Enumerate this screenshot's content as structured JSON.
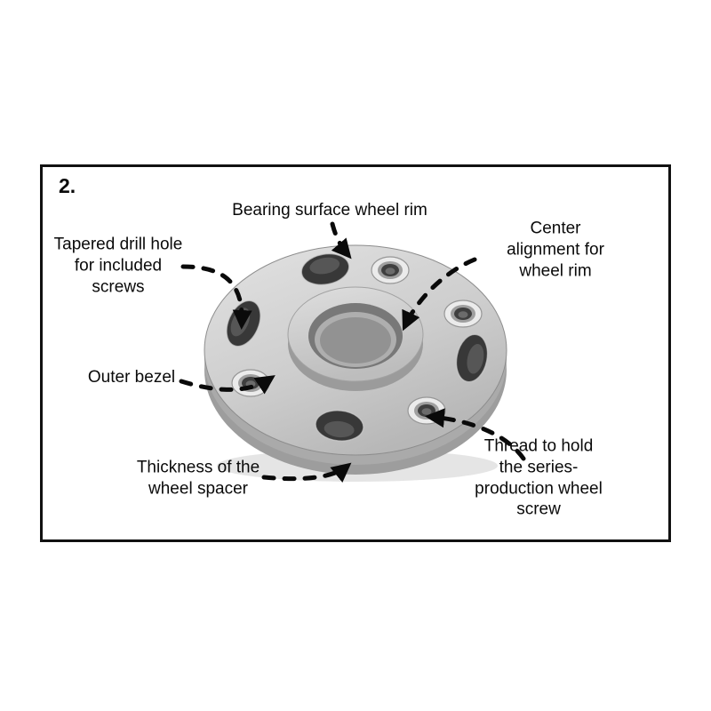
{
  "figure": {
    "step_number": "2.",
    "labels": {
      "bearing": "Bearing surface wheel rim",
      "tapered": "Tapered drill hole\nfor included\nscrews",
      "center_alignment": "Center alignment for\nwheel rim",
      "outer_bezel": "Outer bezel",
      "thickness": "Thickness of the\nwheel spacer",
      "thread": "Thread to hold the series-\nproduction wheel screw"
    },
    "icons": {
      "arrows": "dashed-arrow"
    },
    "colors": {
      "frame_border": "#111111",
      "text": "#0a0a0a",
      "arrow": "#0a0a0a",
      "spacer_face": "#cfcfcf",
      "spacer_side": "#9d9d9d",
      "hole_dark": "#383838",
      "thread_ring": "#ebebeb"
    }
  }
}
